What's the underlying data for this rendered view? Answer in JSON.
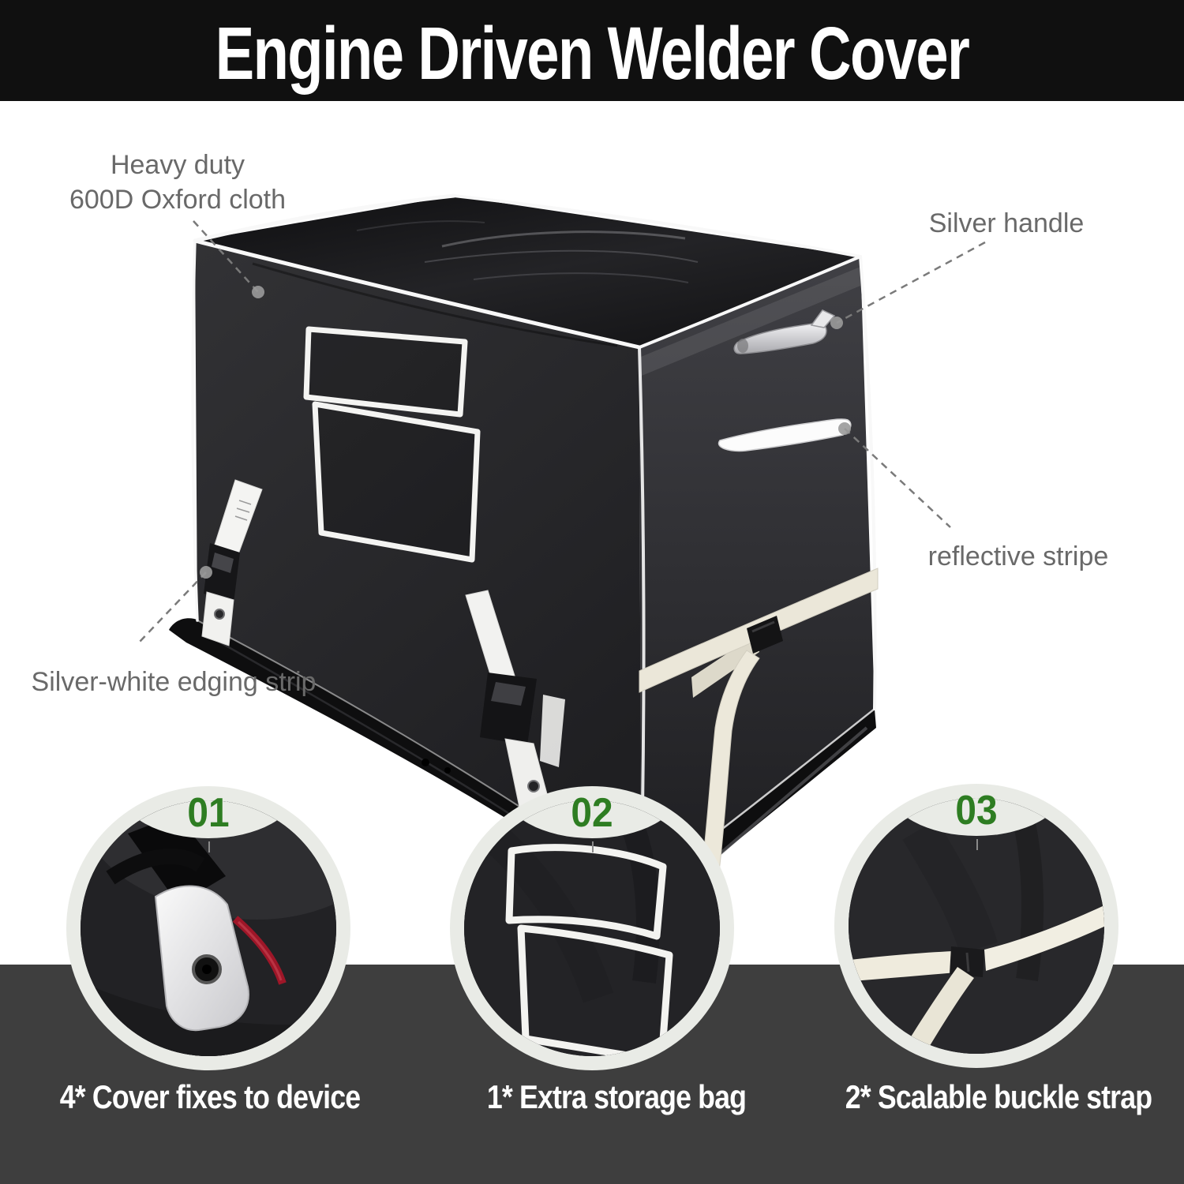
{
  "header": {
    "title": "Engine Driven Welder Cover"
  },
  "callouts": {
    "oxford": {
      "line1": "Heavy duty",
      "line2": "600D Oxford cloth"
    },
    "silver": {
      "label": "Silver handle"
    },
    "reflective": {
      "label": "reflective stripe"
    },
    "edging": {
      "label": "Silver-white edging strip"
    }
  },
  "features": [
    {
      "number": "01",
      "caption": "4* Cover fixes to device"
    },
    {
      "number": "02",
      "caption": "1* Extra storage bag"
    },
    {
      "number": "03",
      "caption": "2* Scalable buckle strap"
    }
  ],
  "colors": {
    "header_bg": "#101010",
    "footer_band": "#3e3e3e",
    "accent_green": "#2e7d22",
    "badge_ring": "#e9ebe6",
    "callout_text": "#696969",
    "strap_cream": "#ebe7d9",
    "piping_white": "#f8f8f8"
  }
}
